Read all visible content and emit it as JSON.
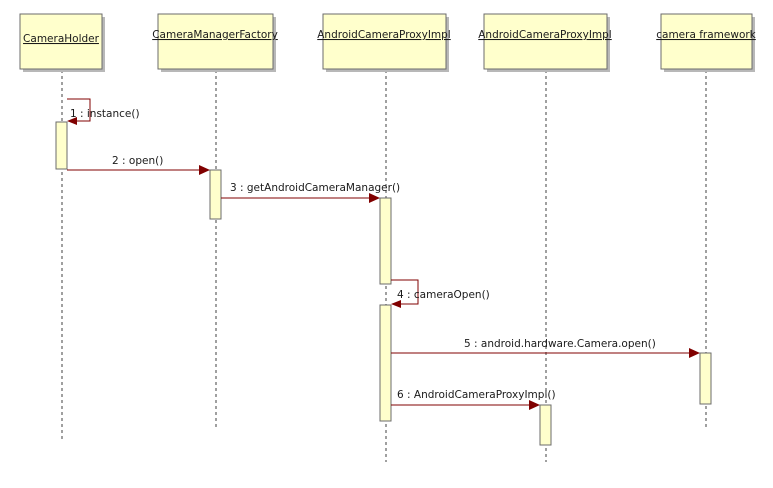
{
  "objects": [
    {
      "id": "o1",
      "label": "CameraHolder"
    },
    {
      "id": "o2",
      "label": "CameraManagerFactory"
    },
    {
      "id": "o3",
      "label": "AndroidCameraProxyImpl"
    },
    {
      "id": "o4",
      "label": "AndroidCameraProxyImpl"
    },
    {
      "id": "o5",
      "label": "camera framework"
    }
  ],
  "messages": [
    {
      "label": "1 : instance()"
    },
    {
      "label": "2 : open()"
    },
    {
      "label": "3 : getAndroidCameraManager()"
    },
    {
      "label": "4 : cameraOpen()"
    },
    {
      "label": "5 : android.hardware.Camera.open()"
    },
    {
      "label": "6 : AndroidCameraProxyImpl()"
    }
  ],
  "colors": {
    "box_fill": "#ffffcc",
    "arrow": "#800000"
  }
}
